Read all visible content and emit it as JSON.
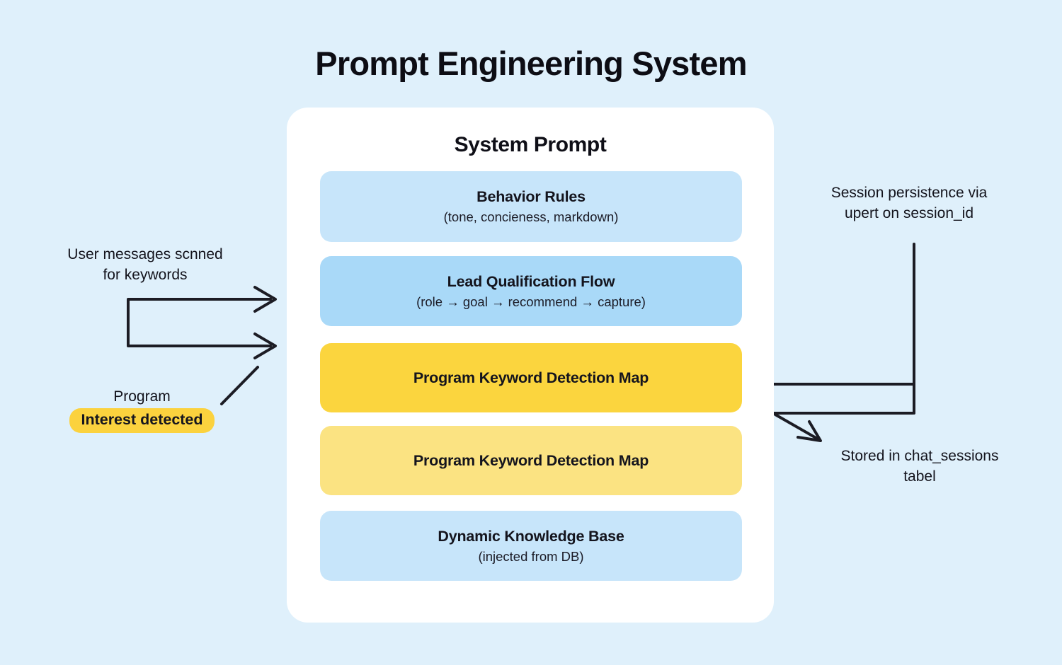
{
  "title": "Prompt Engineering System",
  "card": {
    "heading": "System Prompt",
    "boxes": [
      {
        "title": "Behavior Rules",
        "subtitle": "(tone, concieness, markdown)",
        "variant": "light-blue"
      },
      {
        "title": "Lead Qualification Flow",
        "subtitle": "(role → goal → recommend → capture)",
        "variant": "blue"
      },
      {
        "title": "Program Keyword Detection Map",
        "subtitle": "",
        "variant": "yellow"
      },
      {
        "title": "Program Keyword Detection Map",
        "subtitle": "",
        "variant": "light-yellow"
      },
      {
        "title": "Dynamic Knowledge Base",
        "subtitle": "(injected from DB)",
        "variant": "light-blue"
      }
    ]
  },
  "annotations": {
    "left_scan": {
      "line1": "User messages scnned",
      "line2": "for keywords"
    },
    "program_interest": {
      "label": "Program",
      "highlight": "Interest detected"
    },
    "session_persistence": {
      "line1": "Session persistence via",
      "line2": "upert on session_id"
    },
    "stored": {
      "line1": "Stored in chat_sessions",
      "line2": "tabel"
    }
  },
  "colors": {
    "background": "#dff0fb",
    "card": "#ffffff",
    "box_light_blue": "#c7e5fa",
    "box_blue": "#a9d9f8",
    "box_yellow": "#fbd53e",
    "box_light_yellow": "#fbe382",
    "highlight_pill": "#fbd23e",
    "connector_line": "#1c1c24",
    "text": "#12121b"
  }
}
